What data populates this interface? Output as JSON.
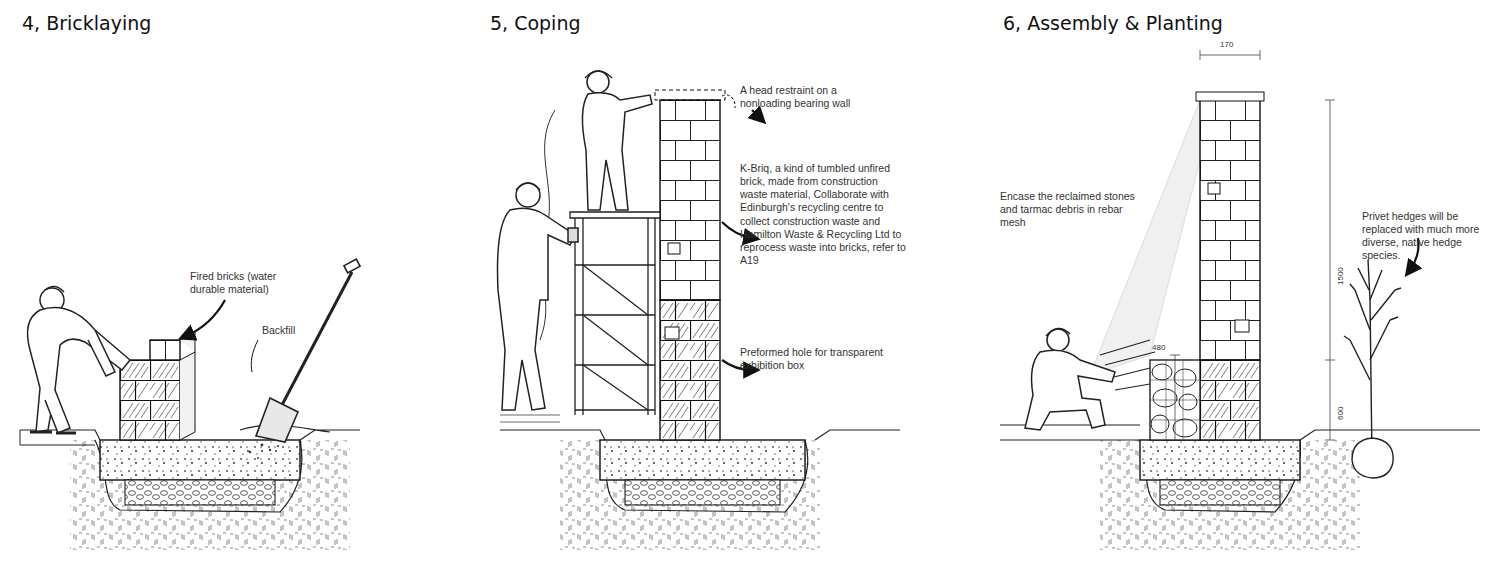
{
  "diagram": {
    "labels": [
      "4, Bricklaying",
      "5, Coping",
      "6, Assembly & Planting",
      "Fired bricks (water durable material)",
      "Backfill",
      "A head restraint on a nonloading bearing wall",
      "K-Briq, a kind of tumbled unfired brick, made from construction waste material, Collaborate with Edinburgh's recycling centre to collect construction waste and Hamilton Waste & Recycling Ltd to reprocess waste into bricks, refer to A19",
      "Preformed hole for transparent exhibition box",
      "Encase the reclaimed stones and tarmac debris in rebar mesh",
      "Privet hedges will be replaced with much more diverse, native hedge species.",
      "170",
      "1500",
      "480",
      "600"
    ]
  }
}
